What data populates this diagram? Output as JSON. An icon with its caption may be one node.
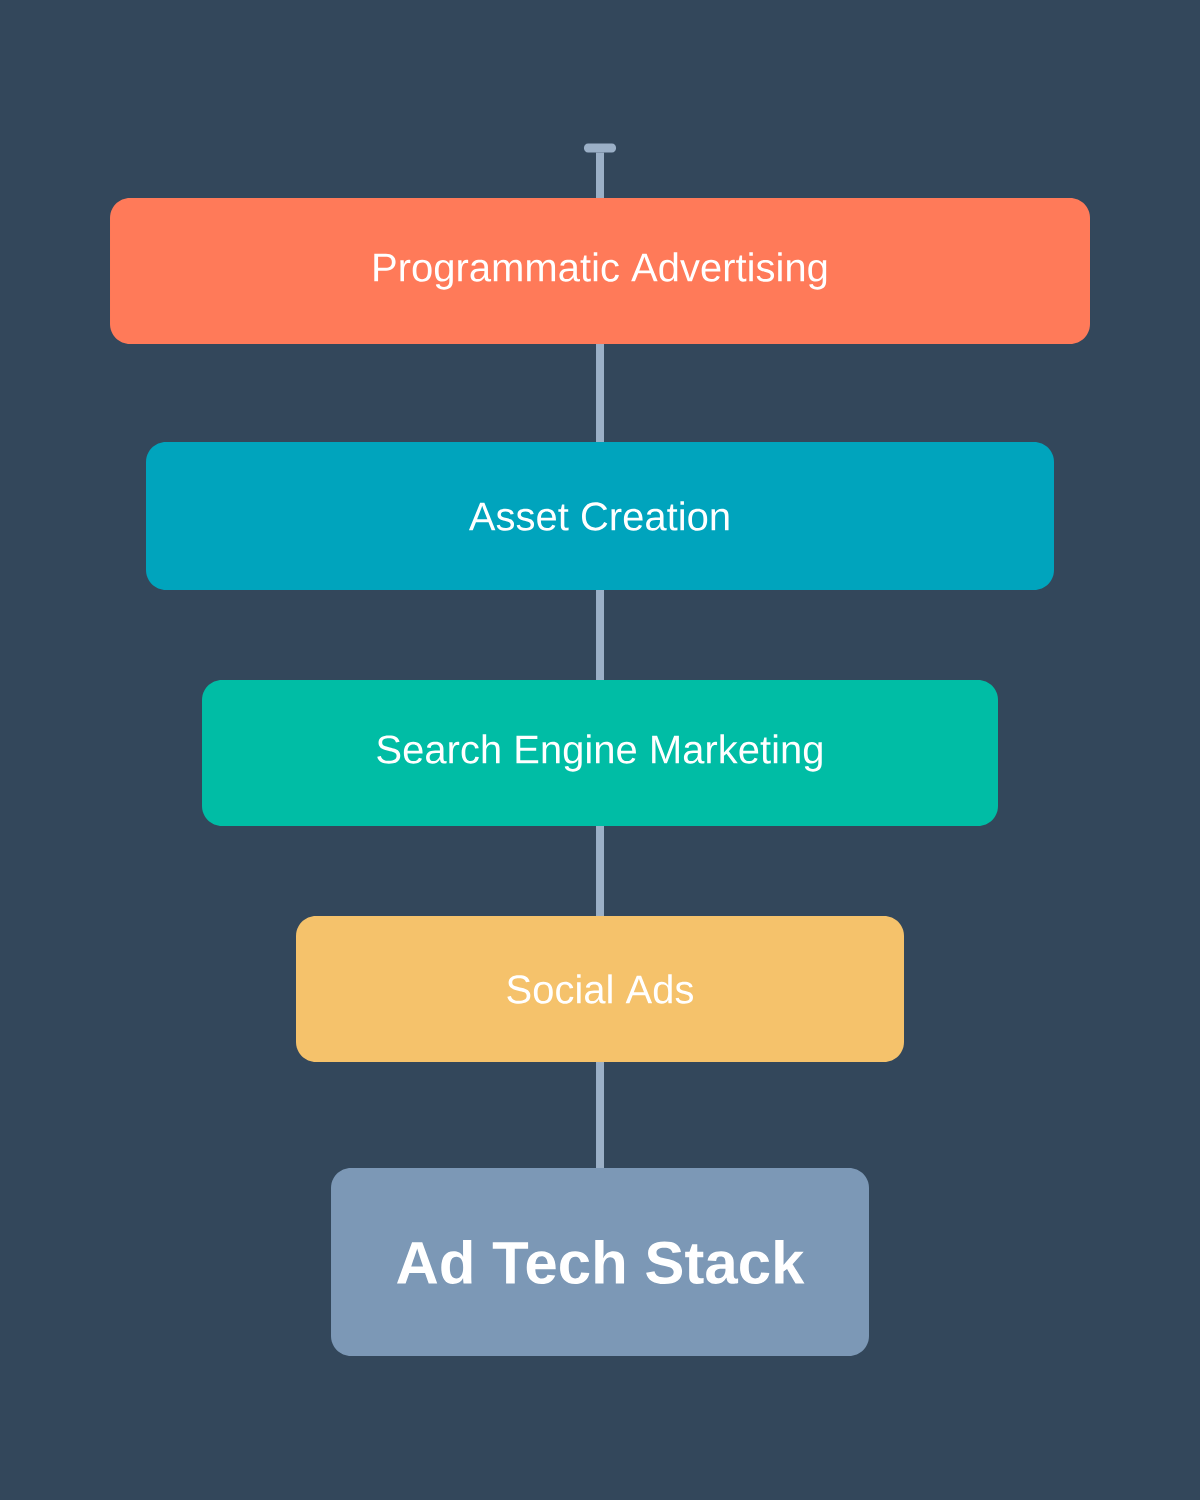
{
  "diagram": {
    "nodes": [
      {
        "text": [],
        "shape": "bar"
      },
      {
        "text": [
          "Programmatic Advertising"
        ]
      },
      {
        "text": [
          "Asset Creation"
        ]
      },
      {
        "text": [
          "Search Engine Marketing"
        ]
      },
      {
        "text": [
          "Social Ads"
        ]
      },
      {
        "text": [
          "Ad Tech Stack"
        ]
      }
    ],
    "edges": [
      {
        "from": 0,
        "to": 1,
        "arrow": "none"
      },
      {
        "from": 1,
        "to": 2,
        "arrow": "none"
      },
      {
        "from": 2,
        "to": 3,
        "arrow": "none"
      },
      {
        "from": 3,
        "to": 4,
        "arrow": "none"
      },
      {
        "from": 4,
        "to": 5,
        "arrow": "none"
      }
    ]
  }
}
